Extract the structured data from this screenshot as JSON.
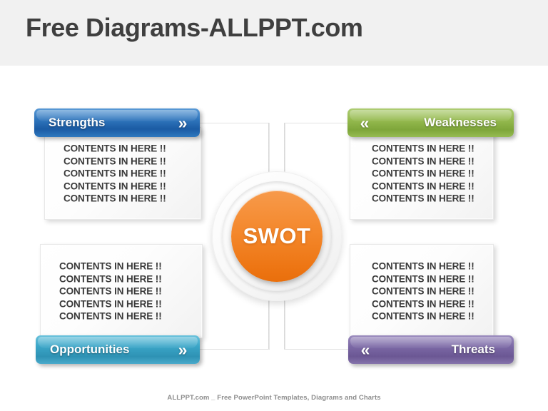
{
  "header": {
    "title": "Free Diagrams-ALLPPT.com"
  },
  "hub": {
    "label": "SWOT"
  },
  "quadrants": [
    {
      "key": "strengths",
      "banner_label": "Strengths",
      "chevron": "»",
      "chevron_name": "chevron-double-right-icon",
      "color": "#1b5ba4",
      "lines": [
        "CONTENTS IN HERE !!",
        "CONTENTS IN HERE !!",
        "CONTENTS IN HERE !!",
        "CONTENTS IN HERE !!",
        "CONTENTS IN HERE !!"
      ]
    },
    {
      "key": "weaknesses",
      "banner_label": "Weaknesses",
      "chevron": "«",
      "chevron_name": "chevron-double-left-icon",
      "color": "#7ea63a",
      "lines": [
        "CONTENTS IN HERE !!",
        "CONTENTS IN HERE !!",
        "CONTENTS IN HERE !!",
        "CONTENTS IN HERE !!",
        "CONTENTS IN HERE !!"
      ]
    },
    {
      "key": "opportunities",
      "banner_label": "Opportunities",
      "chevron": "»",
      "chevron_name": "chevron-double-right-icon",
      "color": "#2e92b4",
      "lines": [
        "CONTENTS IN HERE !!",
        "CONTENTS IN HERE !!",
        "CONTENTS IN HERE !!",
        "CONTENTS IN HERE !!",
        "CONTENTS IN HERE !!"
      ]
    },
    {
      "key": "threats",
      "banner_label": "Threats",
      "chevron": "«",
      "chevron_name": "chevron-double-left-icon",
      "color": "#6b5794",
      "lines": [
        "CONTENTS IN HERE !!",
        "CONTENTS IN HERE !!",
        "CONTENTS IN HERE !!",
        "CONTENTS IN HERE !!",
        "CONTENTS IN HERE !!"
      ]
    }
  ],
  "footer": {
    "text": "ALLPPT.com _ Free PowerPoint Templates, Diagrams and Charts"
  }
}
